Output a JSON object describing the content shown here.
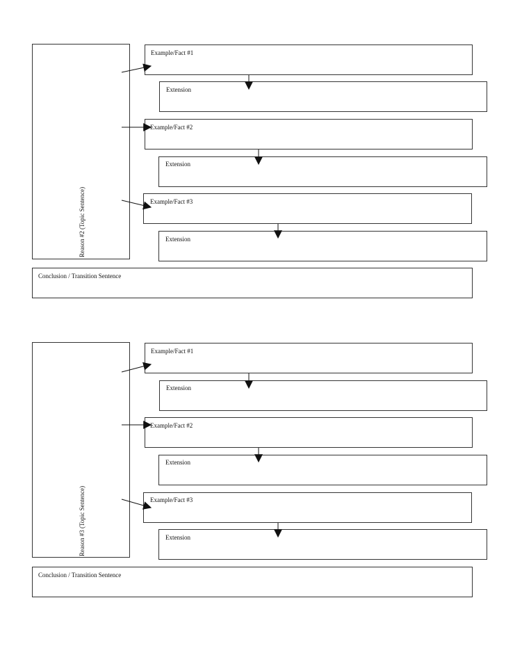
{
  "sections": [
    {
      "reason_label": "Reason #2 (Topic Sentence)",
      "fact1_label": "Example/Fact #1",
      "extension1_label": "Extension",
      "fact2_label": "Example/Fact #2",
      "extension2_label": "Extension",
      "fact3_label": "Example/Fact #3",
      "extension3_label": "Extension",
      "conclusion_label": "Conclusion / Transition Sentence"
    },
    {
      "reason_label": "Reason #3 (Topic Sentence)",
      "fact1_label": "Example/Fact #1",
      "extension1_label": "Extension",
      "fact2_label": "Example/Fact #2",
      "extension2_label": "Extension",
      "fact3_label": "Example/Fact #3",
      "extension3_label": "Extension",
      "conclusion_label": "Conclusion / Transition Sentence"
    }
  ]
}
